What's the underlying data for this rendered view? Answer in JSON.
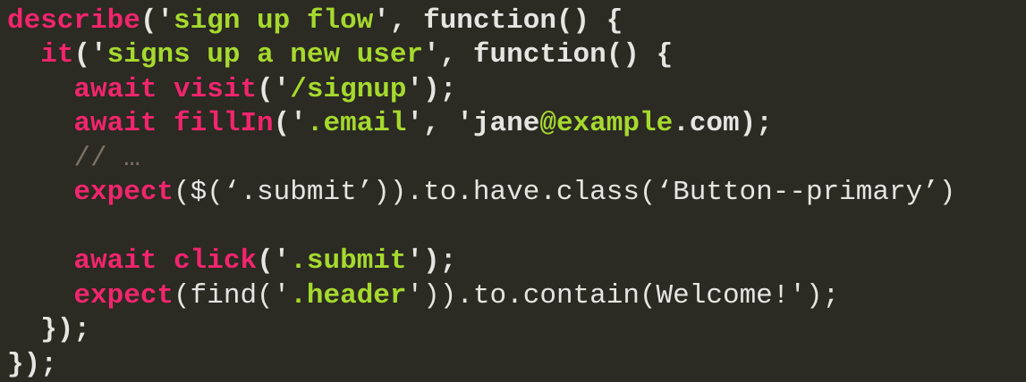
{
  "app": {
    "kind": "code-snippet",
    "language": "javascript",
    "description_visible": "acceptance test code for a sign up flow"
  },
  "colors": {
    "background": "#2b2a23",
    "keyword": "#f1256d",
    "string": "#a6d92e",
    "plain": "#e6e5e1",
    "comment": "#7b7364"
  },
  "code": {
    "full_text": "describe('sign up flow', function() {\n  it('signs up a new user', function() {\n    await visit('/signup');\n    await fillIn('.email', 'jane@example.com);\n    // …\n    expect($(‘.submit’)).to.have.class(‘Button--primary’)\n\n    await click('.submit');\n    expect(find('.header')).to.contain(Welcome!');\n  });\n});",
    "lines": [
      [
        {
          "t": "describe",
          "c": "kw"
        },
        {
          "t": "('",
          "c": "pun"
        },
        {
          "t": "sign up flow",
          "c": "str"
        },
        {
          "t": "', function() {",
          "c": "pun"
        }
      ],
      [
        {
          "t": "  ",
          "c": "pun"
        },
        {
          "t": "it",
          "c": "kw"
        },
        {
          "t": "('",
          "c": "pun"
        },
        {
          "t": "signs up a new user",
          "c": "str"
        },
        {
          "t": "', function() {",
          "c": "pun"
        }
      ],
      [
        {
          "t": "    ",
          "c": "pun"
        },
        {
          "t": "await visit",
          "c": "kw"
        },
        {
          "t": "('",
          "c": "pun"
        },
        {
          "t": "/signup",
          "c": "str"
        },
        {
          "t": "');",
          "c": "pun"
        }
      ],
      [
        {
          "t": "    ",
          "c": "pun"
        },
        {
          "t": "await fillIn",
          "c": "kw"
        },
        {
          "t": "('",
          "c": "pun"
        },
        {
          "t": ".email",
          "c": "str"
        },
        {
          "t": "', 'jane",
          "c": "pun"
        },
        {
          "t": "@example",
          "c": "str"
        },
        {
          "t": ".com);",
          "c": "pun"
        }
      ],
      [
        {
          "t": "    ",
          "c": "pun"
        },
        {
          "t": "// …",
          "c": "cmt"
        }
      ],
      [
        {
          "t": "    ",
          "c": "pun"
        },
        {
          "t": "expect",
          "c": "kw"
        },
        {
          "t": "($(‘.submit’)).to.have.class(‘Button--primary’)",
          "c": "punr"
        }
      ],
      [],
      [
        {
          "t": "    ",
          "c": "pun"
        },
        {
          "t": "await click",
          "c": "kw"
        },
        {
          "t": "('",
          "c": "pun"
        },
        {
          "t": ".submit",
          "c": "str"
        },
        {
          "t": "');",
          "c": "pun"
        }
      ],
      [
        {
          "t": "    ",
          "c": "pun"
        },
        {
          "t": "expect",
          "c": "kw"
        },
        {
          "t": "(find('",
          "c": "punr"
        },
        {
          "t": ".header",
          "c": "str"
        },
        {
          "t": "')).to.contain(Welcome!');",
          "c": "punr"
        }
      ],
      [
        {
          "t": "  });",
          "c": "pun"
        }
      ],
      [
        {
          "t": "});",
          "c": "pun"
        }
      ]
    ]
  }
}
